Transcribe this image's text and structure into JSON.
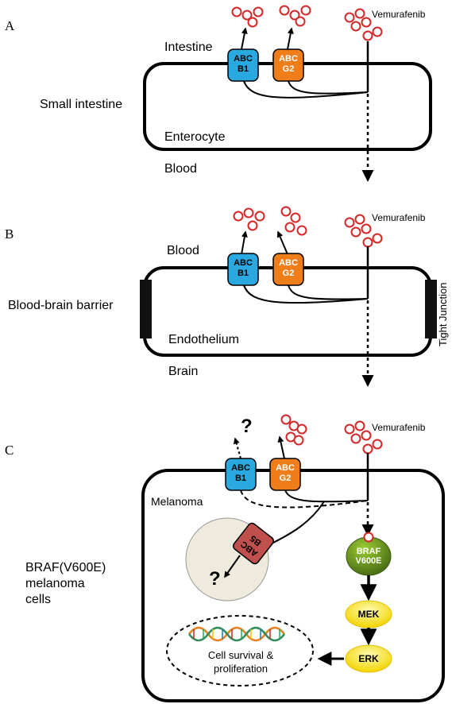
{
  "panels": {
    "a": {
      "letter": "A",
      "drug": "Vemurafenib",
      "top_compartment": "Intestine",
      "tissue": "Small intestine",
      "cell": "Enterocyte",
      "bottom_compartment": "Blood",
      "transporter_1": [
        "ABC",
        "B1"
      ],
      "transporter_2": [
        "ABC",
        "G2"
      ]
    },
    "b": {
      "letter": "B",
      "drug": "Vemurafenib",
      "top_compartment": "Blood",
      "tissue": "Blood-brain barrier",
      "cell": "Endothelium",
      "bottom_compartment": "Brain",
      "junction": "Tight Junction",
      "transporter_1": [
        "ABC",
        "B1"
      ],
      "transporter_2": [
        "ABC",
        "G2"
      ]
    },
    "c": {
      "letter": "C",
      "drug": "Vemurafenib",
      "cell": "Melanoma",
      "cell_type": [
        "BRAF(V600E)",
        "melanoma",
        "cells"
      ],
      "unknown_mark": "?",
      "transporter_1": [
        "ABC",
        "B1"
      ],
      "transporter_2": [
        "ABC",
        "G2"
      ],
      "transporter_3": [
        "ABC",
        "B5"
      ],
      "braf": [
        "BRAF",
        "V600E"
      ],
      "mek": "MEK",
      "erk": "ERK",
      "outcome": [
        "Cell survival &",
        "proliferation"
      ]
    }
  },
  "colors": {
    "abcb1": "#2aa9e0",
    "abcg2": "#ef7d1a",
    "abcb5": "#c0504d",
    "drug": "#d62728",
    "braf": "#6b8e23",
    "kinase": "#f5e60a",
    "vesicle": "#efebdc"
  }
}
